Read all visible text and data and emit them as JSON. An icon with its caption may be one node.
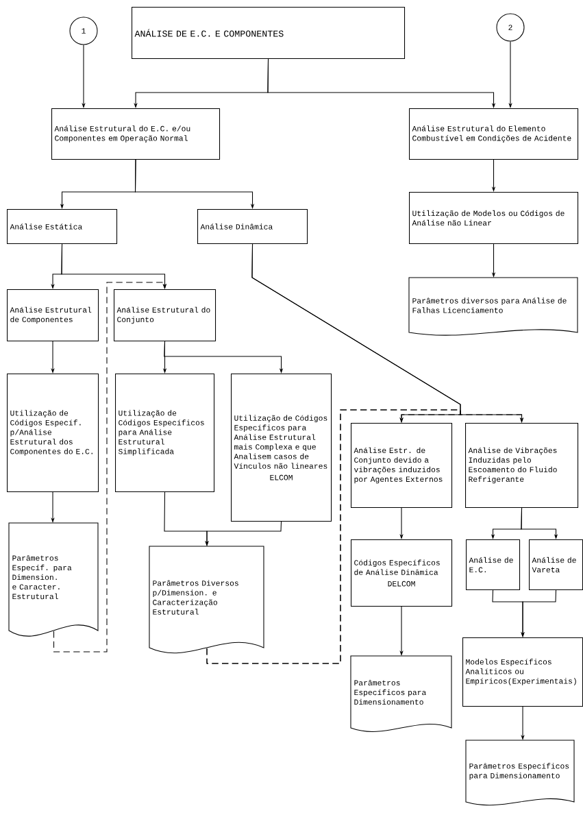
{
  "diagram": {
    "nodes": [
      {
        "text": [
          "1"
        ]
      },
      {
        "text": [
          "ANÁLISE DE E.C. E COMPONENTES"
        ]
      },
      {
        "text": [
          "2"
        ]
      },
      {
        "text": [
          "Análise Estrutural do E.C. e/ou Componentes em Operação Normal"
        ]
      },
      {
        "text": [
          "Análise Estrutural do Elemento Combustível em Condições de Acidente"
        ]
      },
      {
        "text": [
          "Análise Estática"
        ]
      },
      {
        "text": [
          "Análise Dinâmica"
        ]
      },
      {
        "text": [
          "Utilização de Modelos ou Códigos de Análise não Linear"
        ]
      },
      {
        "text": [
          "Parâmetros diversos para Análise de Falhas Licenciamento"
        ]
      },
      {
        "text": [
          "Análise Estrutural de Componentes"
        ]
      },
      {
        "text": [
          "Análise Estrutural do Conjunto"
        ]
      },
      {
        "text": [
          "Utilização de Códigos Específ. p/Análise Estrutural dos Componentes do E.C."
        ]
      },
      {
        "text": [
          "Utilização de Códigos Específicos para Análise Estrutural Simplificada"
        ]
      },
      {
        "text": [
          "Utilização de Códigos Específicos para Análise Estrutural mais Complexa e que Analisem casos de Vínculos não lineares",
          "ELCOM"
        ]
      },
      {
        "text": [
          "Parâmetros Específ. para Dimension. e Caracter. Estrutural"
        ]
      },
      {
        "text": [
          "Parâmetros Diversos p/Dimension. e Caracterização Estrutural"
        ]
      },
      {
        "text": [
          "Análise Estr. de Conjunto devido a vibrações induzidos por Agentes Externos"
        ]
      },
      {
        "text": [
          "Análise de Vibrações Induzidas pelo Escoamento do Fluido Refrigerante"
        ]
      },
      {
        "text": [
          "Códigos Específicos de Análise Dinâmica",
          "DELCOM"
        ]
      },
      {
        "text": [
          "Análise de E.C."
        ]
      },
      {
        "text": [
          "Análise de Vareta"
        ]
      },
      {
        "text": [
          "Modelos Específicos Analíticos ou Empíricos(Experimentais)"
        ]
      },
      {
        "text": [
          "Parâmetros Específicos para Dimensionamento"
        ]
      },
      {
        "text": [
          "Parâmetros Específicos para Dimensionamento"
        ]
      }
    ],
    "edges": [
      {
        "from": 0,
        "to": 3,
        "arrow": "to"
      },
      {
        "from": 1,
        "to": 3,
        "arrow": "to"
      },
      {
        "from": 1,
        "to": 4,
        "arrow": "to"
      },
      {
        "from": 2,
        "to": 4,
        "arrow": "to"
      },
      {
        "from": 3,
        "to": 5,
        "arrow": "to"
      },
      {
        "from": 3,
        "to": 6,
        "arrow": "to"
      },
      {
        "from": 4,
        "to": 7,
        "arrow": "to"
      },
      {
        "from": 7,
        "to": 8,
        "arrow": "to"
      },
      {
        "from": 5,
        "to": 9,
        "arrow": "to"
      },
      {
        "from": 5,
        "to": 10,
        "arrow": "to"
      },
      {
        "from": 9,
        "to": 11,
        "arrow": "to"
      },
      {
        "from": 11,
        "to": 14,
        "arrow": "to"
      },
      {
        "from": 10,
        "to": 12,
        "arrow": "to"
      },
      {
        "from": 10,
        "to": 13,
        "arrow": "to"
      },
      {
        "from": 12,
        "to": 15,
        "arrow": "to"
      },
      {
        "from": 13,
        "to": 15,
        "arrow": "to"
      },
      {
        "from": 6,
        "to": 16,
        "arrow": "to"
      },
      {
        "from": 6,
        "to": 17,
        "arrow": "to"
      },
      {
        "from": 16,
        "to": 18,
        "arrow": "to"
      },
      {
        "from": 18,
        "to": 22,
        "arrow": "to"
      },
      {
        "from": 17,
        "to": 19,
        "arrow": "to"
      },
      {
        "from": 17,
        "to": 20,
        "arrow": "to"
      },
      {
        "from": 19,
        "to": 21,
        "arrow": "to"
      },
      {
        "from": 20,
        "to": 21,
        "arrow": "to"
      },
      {
        "from": 21,
        "to": 23,
        "arrow": "to"
      },
      {
        "from": 14,
        "to": 10,
        "arrow": "to",
        "style": "dashed"
      },
      {
        "from": 15,
        "to": 16,
        "arrow": "to",
        "style": "dashed"
      },
      {
        "from": 15,
        "to": 17,
        "arrow": "to",
        "style": "dashed"
      }
    ]
  }
}
